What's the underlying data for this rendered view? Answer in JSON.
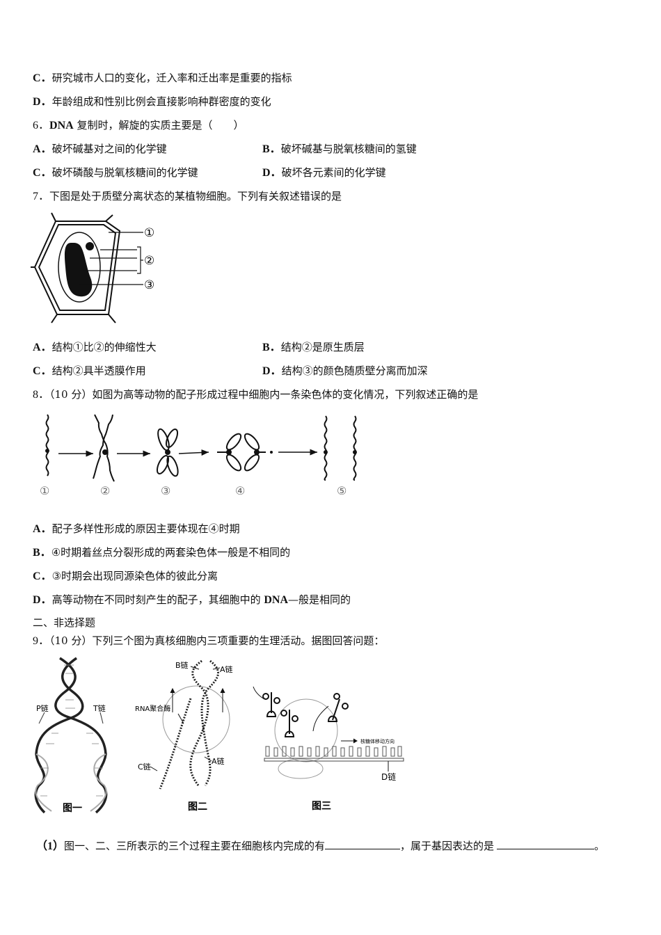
{
  "q5_options": {
    "C": {
      "letter": "C．",
      "text": "研究城市人口的变化，迁入率和迁出率是重要的指标"
    },
    "D": {
      "letter": "D．",
      "text": "年龄组成和性别比例会直接影响种群密度的变化"
    }
  },
  "q6": {
    "number": "6．",
    "stem_bold": "DNA",
    "stem": " 复制时，解旋的实质主要是（　　）",
    "options": [
      {
        "letter": "A．",
        "text": "破坏碱基对之间的化学键"
      },
      {
        "letter": "B．",
        "text": "破坏碱基与脱氧核糖间的氢键"
      },
      {
        "letter": "C．",
        "text": "破坏磷酸与脱氧核糖间的化学键"
      },
      {
        "letter": "D．",
        "text": "破坏各元素间的化学键"
      }
    ]
  },
  "q7": {
    "number": "7．",
    "stem": "下图是处于质壁分离状态的某植物细胞。下列有关叙述错误的是",
    "figure_labels": [
      "①",
      "②",
      "③"
    ],
    "options": [
      {
        "letter": "A．",
        "text": "结构①比②的伸缩性大"
      },
      {
        "letter": "B．",
        "text": "结构②是原生质层"
      },
      {
        "letter": "C．",
        "text": "结构②具半透膜作用"
      },
      {
        "letter": "D．",
        "text": "结构③的颜色随质壁分离而加深"
      }
    ]
  },
  "q8": {
    "number": "8．",
    "score": "（10 分）",
    "stem": "如图为高等动物的配子形成过程中细胞内一条染色体的变化情况，下列叙述正确的是",
    "figure_labels": [
      "①",
      "②",
      "③",
      "④",
      "⑤"
    ],
    "options": [
      {
        "letter": "A．",
        "text": "配子多样性形成的原因主要体现在④时期"
      },
      {
        "letter": "B．",
        "text": "④时期着丝点分裂形成的两套染色体一般是不相同的"
      },
      {
        "letter": "C．",
        "text": "③时期会出现同源染色体的彼此分离"
      },
      {
        "letter": "D．",
        "text_pre": "高等动物在不同时刻产生的配子，其细胞中的 ",
        "text_bold": "DNA",
        "text_post": "—般是相同的"
      }
    ]
  },
  "section2": {
    "title": "二、非选择题"
  },
  "q9": {
    "number": "9．",
    "score": "（10 分）",
    "stem": "下列三个图为真核细胞内三项重要的生理活动。据图回答问题：",
    "fig1": {
      "caption": "图一",
      "label_p": "P链",
      "label_t": "T链"
    },
    "fig2": {
      "caption": "图二",
      "label_b": "B链",
      "label_a_top": "A链",
      "label_rna": "RNA聚合酶",
      "label_c": "C链",
      "label_a_bottom": "A链"
    },
    "fig3": {
      "caption": "图三",
      "label_d": "D链",
      "label_direction": "核糖体移动方向"
    },
    "sub1": {
      "number": "（1）",
      "text1": "图一、二、三所表示的三个过程主要在细胞核内完成的有",
      "text2": "，属于基因表达的是",
      "text3": "。"
    }
  }
}
